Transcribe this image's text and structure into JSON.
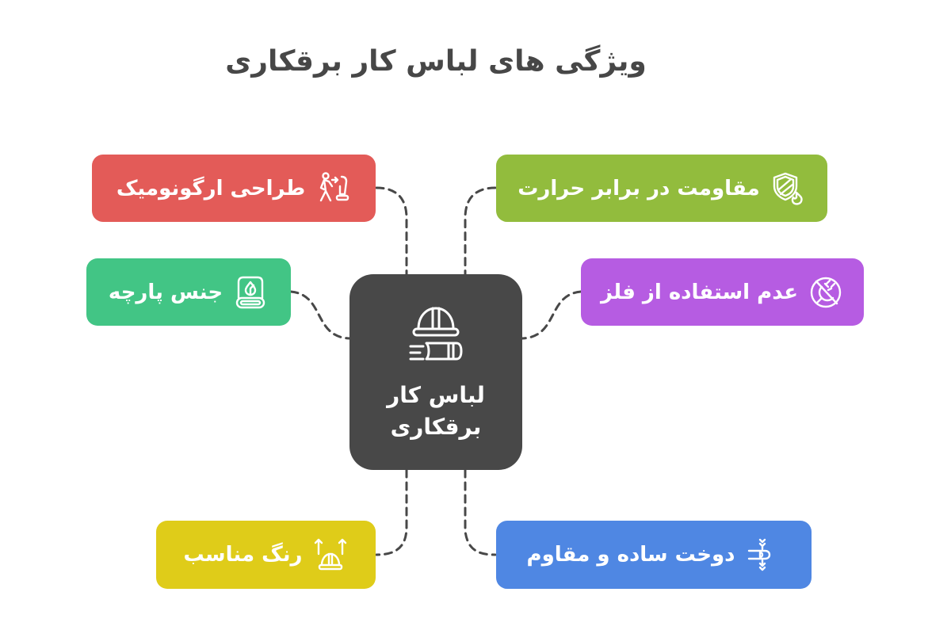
{
  "title": "ویژگی های لباس کار برقکاری",
  "center": {
    "label": "لباس کار برقکاری",
    "icon": "hardhat-and-garment-icon",
    "color": "#484848"
  },
  "nodes": [
    {
      "id": "ergonomic",
      "label": "طراحی ارگونومیک",
      "icon": "person-walking-to-seat-icon",
      "color": "#E35B58",
      "side": "left",
      "row": 1
    },
    {
      "id": "heat-resistance",
      "label": "مقاومت در برابر حرارت",
      "icon": "shield-flame-icon",
      "color": "#92BC3D",
      "side": "right",
      "row": 1
    },
    {
      "id": "fabric",
      "label": "جنس پارچه",
      "icon": "fabric-roll-drop-icon",
      "color": "#42C585",
      "side": "left",
      "row": 2
    },
    {
      "id": "no-metal",
      "label": "عدم استفاده از فلز",
      "icon": "no-plug-icon",
      "color": "#B65CE2",
      "side": "right",
      "row": 2
    },
    {
      "id": "color",
      "label": "رنگ مناسب",
      "icon": "hardhat-arrows-up-icon",
      "color": "#DFCC19",
      "side": "left",
      "row": 3
    },
    {
      "id": "stitching",
      "label": "دوخت ساده و مقاوم",
      "icon": "stitch-tension-icon",
      "color": "#4F87E3",
      "side": "right",
      "row": 3
    }
  ],
  "connector_color": "#484848"
}
